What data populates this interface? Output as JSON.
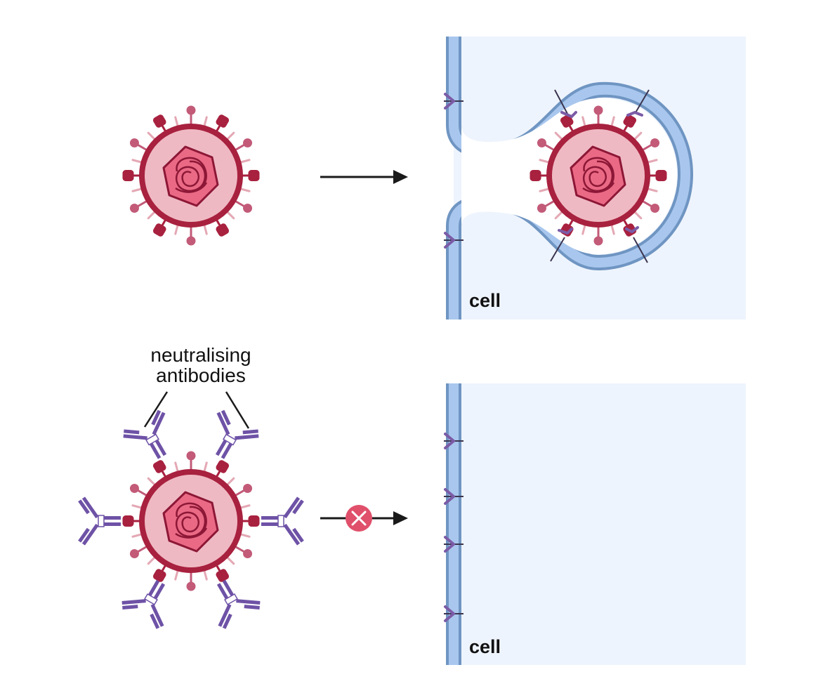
{
  "labels": {
    "cell_top": "cell",
    "cell_bottom": "cell",
    "antibodies_line1": "neutralising",
    "antibodies_line2": "antibodies"
  },
  "colors": {
    "virus_fill": "#efb9c3",
    "virus_ring": "#a8213f",
    "capsid_fill": "#ea6a85",
    "capsid_stroke": "#8c1736",
    "spike_dark": "#a8213f",
    "spike_mid": "#c25a78",
    "spike_light": "#e4a8b4",
    "membrane_fill": "#a9c7ee",
    "membrane_stroke": "#6f95c2",
    "cell_interior": "#eef4fd",
    "receptor": "#7b5ba6",
    "antibody": "#6e52a6",
    "block_circle": "#e0506b",
    "arrow": "#1a1a1a"
  }
}
